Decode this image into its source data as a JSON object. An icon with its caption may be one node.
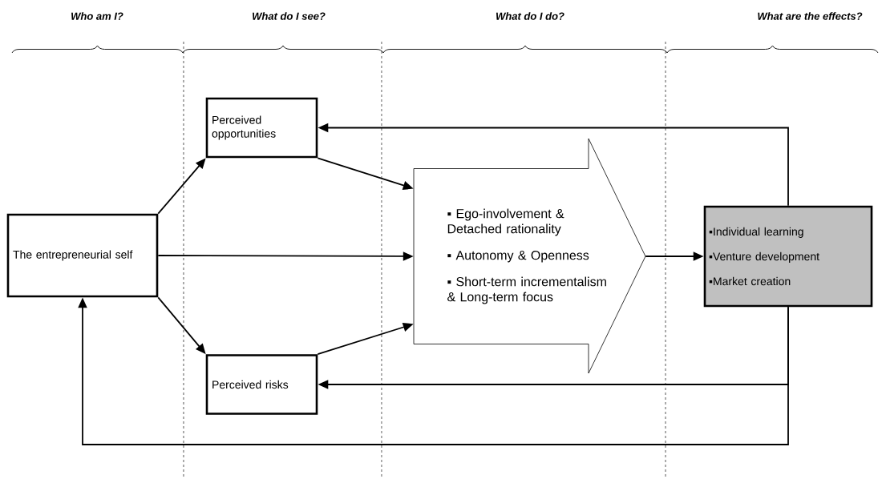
{
  "diagram": {
    "nodes": [
      {
        "text": [
          "The entrepreneurial self"
        ]
      },
      {
        "text": [
          "Perceived opportunities"
        ]
      },
      {
        "text": [
          "Perceived risks"
        ]
      },
      {
        "text": [
          "▪ Ego-involvement & Detached rationality",
          "▪ Autonomy & Openness",
          "▪ Short-term incrementalism & Long-term focus"
        ]
      },
      {
        "text": [
          "▪Individual learning",
          "▪Venture development",
          "▪Market creation"
        ]
      }
    ],
    "edges": [
      {
        "from": 0,
        "to": 1,
        "arrow": "to"
      },
      {
        "from": 0,
        "to": 3,
        "arrow": "to"
      },
      {
        "from": 0,
        "to": 2,
        "arrow": "to"
      },
      {
        "from": 1,
        "to": 3,
        "arrow": "to"
      },
      {
        "from": 2,
        "to": 3,
        "arrow": "to"
      },
      {
        "from": 3,
        "to": 4,
        "arrow": "to"
      },
      {
        "from": 4,
        "to": 1,
        "arrow": "to"
      },
      {
        "from": 4,
        "to": 2,
        "arrow": "to"
      },
      {
        "from": 4,
        "to": 0,
        "arrow": "to"
      }
    ],
    "labels": [
      "Who am I?",
      "What do I see?",
      "What do I do?",
      "What are the effects?"
    ]
  }
}
